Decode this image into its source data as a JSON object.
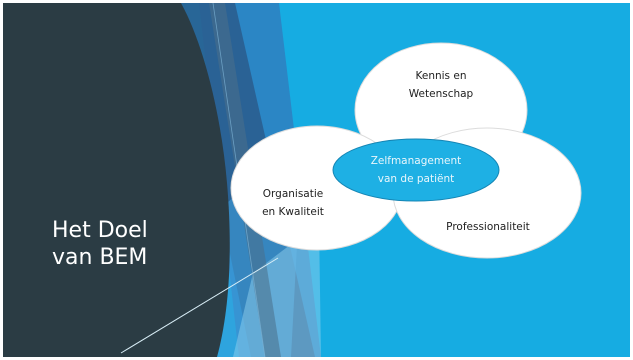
{
  "slide": {
    "title_lines": [
      "Het Doel",
      "van BEM"
    ],
    "colors": {
      "left_panel": "#2b3c44",
      "background": "#16ace2",
      "accent_blue": "#2a5e8f",
      "accent_mid": "#2f7fc0",
      "center_fill": "#1eb0e4",
      "circle_fill": "#ffffff",
      "label_text": "#1e1e1e",
      "center_text": "#e8f6fc"
    }
  },
  "diagram": {
    "circles": {
      "top": [
        "Kennis en",
        "Wetenschap"
      ],
      "left": [
        "Organisatie",
        "en Kwaliteit"
      ],
      "right": [
        "Professionaliteit"
      ]
    },
    "center": [
      "Zelfmanagement",
      "van de patiënt"
    ]
  }
}
